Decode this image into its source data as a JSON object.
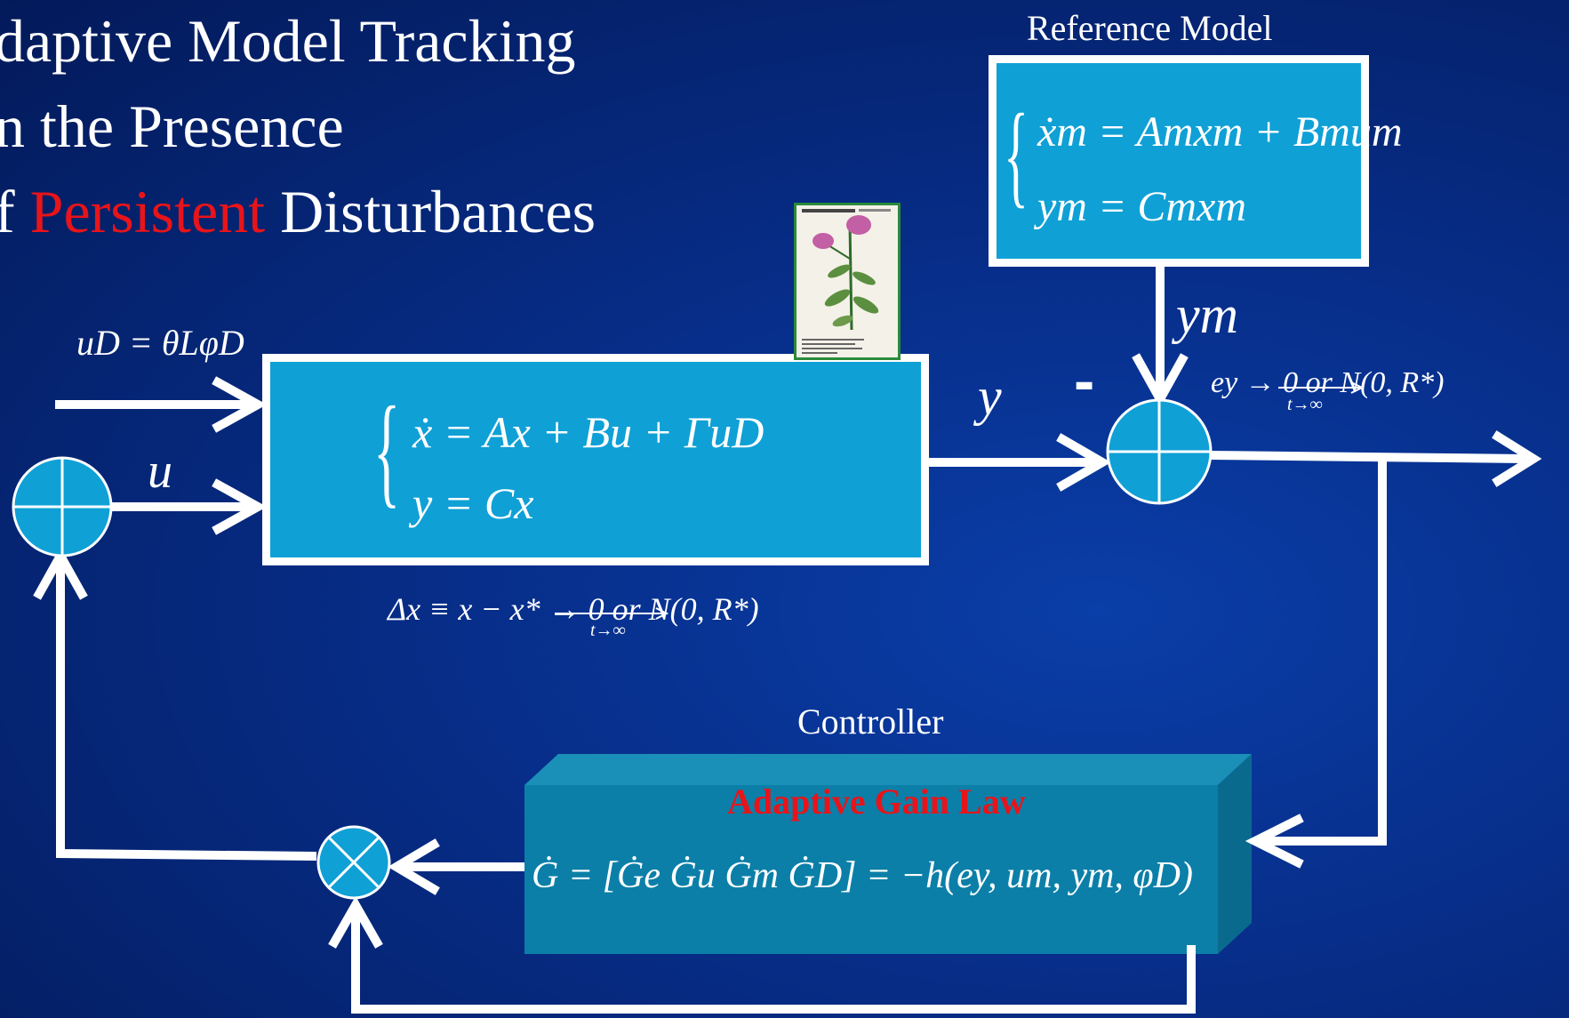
{
  "title": {
    "line1": "daptive Model Tracking",
    "line2": "n the Presence",
    "line3_prefix": "f ",
    "line3_highlight": "Persistent",
    "line3_suffix": " Disturbances"
  },
  "reference_model": {
    "label": "Reference Model",
    "eq1": "ẋm = Amxm + Bmum",
    "eq2": "ym = Cmxm"
  },
  "plant": {
    "eq1": "ẋ = Ax + Bu + ΓuD",
    "eq2": "y = Cx"
  },
  "signals": {
    "disturbance": "uD = θLφD",
    "u": "u",
    "y": "y",
    "ym": "ym",
    "minus": "-",
    "ey_conv": "ey → 0 or N(0, R*)",
    "ey_conv_under": "t→∞",
    "dx_conv": "Δx ≡ x − x* → 0 or N(0, R*)",
    "dx_conv_under": "t→∞"
  },
  "controller": {
    "label": "Controller",
    "title": "Adaptive Gain Law",
    "law": "Ġ = [Ġe  Ġu  Ġm  ĠD] = −h(ey, um, ym, φD)"
  },
  "colors": {
    "background": "#072e8a",
    "box_fill": "#0fa0d6",
    "controller_fill": "#0b7fa8",
    "highlight_red": "#e8141a",
    "lines": "#ffffff"
  },
  "icons": {
    "summing_junctions": "circle-plus-icon",
    "multiplier": "circle-times-icon",
    "plant_picture": "wild-bergamot-flower-illustration"
  }
}
